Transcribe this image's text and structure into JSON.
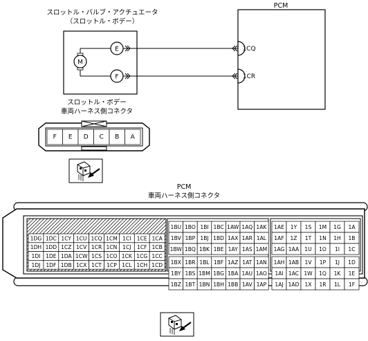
{
  "actuator": {
    "title_line1": "スロットル・バルブ・アクチュエータ",
    "title_line2": "（スロットル・ボデー）",
    "motor": "M",
    "terminal_e": "E",
    "terminal_f": "F"
  },
  "pcm": {
    "title": "PCM",
    "terminal_1cq": "1CQ",
    "terminal_1cr": "1CR"
  },
  "throttle_connector": {
    "title_line1": "スロットル・ボデー",
    "title_line2": "車両ハーネス側コネクタ",
    "pins": [
      "F",
      "E",
      "D",
      "C",
      "B",
      "A"
    ]
  },
  "pcm_connector": {
    "title_line1": "PCM",
    "title_line2": "車両ハーネス側コネクタ",
    "left_block": [
      [
        "1DG",
        "1DC",
        "1CY",
        "1CU",
        "1CQ",
        "1CM",
        "1CI",
        "1CE",
        "1CA"
      ],
      [
        "1DH",
        "1DD",
        "1CZ",
        "1CV",
        "1CR",
        "1CN",
        "1CJ",
        "1CF",
        "1CB"
      ],
      [
        "1DI",
        "1DE",
        "1DA",
        "1CW",
        "1CS",
        "1CO",
        "1CK",
        "1CG",
        "1CC"
      ],
      [
        "1DJ",
        "1DF",
        "1DB",
        "1CX",
        "1CT",
        "1CP",
        "1CL",
        "1CH",
        "1CD"
      ]
    ],
    "mid_block_top": [
      [
        "1BU",
        "1BO",
        "1BI",
        "1BC",
        "1AW",
        "1AQ",
        "1AK"
      ],
      [
        "1BV",
        "1BP",
        "1BJ",
        "1BD",
        "1AX",
        "1AR",
        "1AL"
      ],
      [
        "1BW",
        "1BQ",
        "1BK",
        "1BE",
        "1AY",
        "1AS",
        "1AM"
      ]
    ],
    "mid_block_bottom": [
      [
        "1BX",
        "1BR",
        "1BL",
        "1BF",
        "1AZ",
        "1AT",
        "1AN"
      ],
      [
        "1BY",
        "1BS",
        "1BM",
        "1BG",
        "1BA",
        "1AU",
        "1AO"
      ],
      [
        "1BZ",
        "1BT",
        "1BN",
        "1BH",
        "1BB",
        "1AV",
        "1AP"
      ]
    ],
    "right_block_top": [
      [
        "1AE",
        "1Y",
        "1S",
        "1M",
        "1G",
        "1A"
      ],
      [
        "1AF",
        "1Z",
        "1T",
        "1N",
        "1H",
        "1B"
      ],
      [
        "1AG",
        "1AA",
        "1U",
        "1O",
        "1I",
        "1C"
      ]
    ],
    "right_block_bottom": [
      [
        "1AH",
        "1AB",
        "1V",
        "1P",
        "1J",
        "1D"
      ],
      [
        "1AI",
        "1AC",
        "1W",
        "1Q",
        "1K",
        "1E"
      ],
      [
        "1AJ",
        "1AD",
        "1X",
        "1R",
        "1L",
        "1F"
      ]
    ]
  }
}
